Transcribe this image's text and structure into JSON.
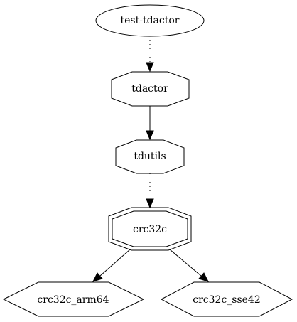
{
  "graph": {
    "nodes": [
      {
        "id": "test-tdactor",
        "label": "test-tdactor",
        "shape": "ellipse"
      },
      {
        "id": "tdactor",
        "label": "tdactor",
        "shape": "octagon"
      },
      {
        "id": "tdutils",
        "label": "tdutils",
        "shape": "octagon"
      },
      {
        "id": "crc32c",
        "label": "crc32c",
        "shape": "doubleoctagon"
      },
      {
        "id": "crc32c_arm64",
        "label": "crc32c_arm64",
        "shape": "hexagon"
      },
      {
        "id": "crc32c_sse42",
        "label": "crc32c_sse42",
        "shape": "hexagon"
      }
    ],
    "edges": [
      {
        "from": "test-tdactor",
        "to": "tdactor",
        "style": "dotted"
      },
      {
        "from": "tdactor",
        "to": "tdutils",
        "style": "solid"
      },
      {
        "from": "tdutils",
        "to": "crc32c",
        "style": "dotted"
      },
      {
        "from": "crc32c",
        "to": "crc32c_arm64",
        "style": "solid"
      },
      {
        "from": "crc32c",
        "to": "crc32c_sse42",
        "style": "solid"
      }
    ]
  }
}
